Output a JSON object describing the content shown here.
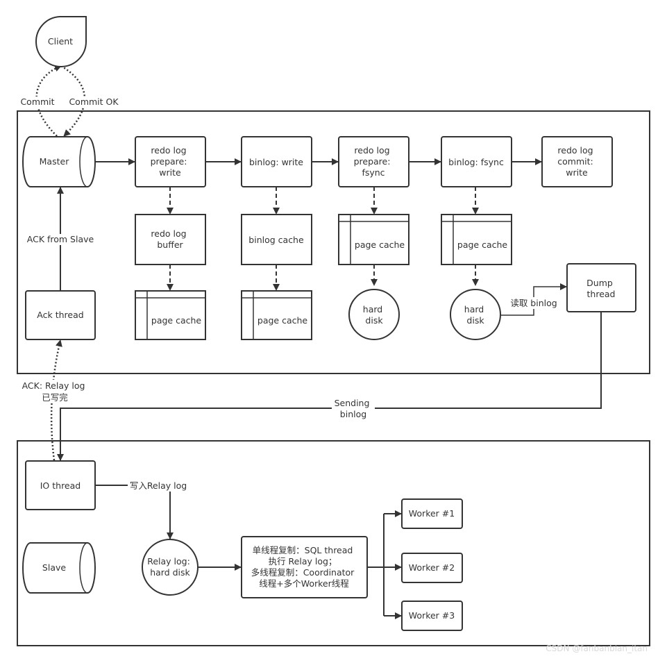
{
  "client": "Client",
  "master": "Master",
  "slave": "Slave",
  "labels": {
    "commit": "Commit",
    "commit_ok": "Commit OK",
    "ack_from_slave": "ACK from Slave",
    "ack_relay_1": "ACK: Relay log",
    "ack_relay_2": "已写完",
    "read_binlog": "读取 binlog",
    "sending_1": "Sending",
    "sending_2": "binlog",
    "write_relay": "写入Relay log"
  },
  "master_steps": {
    "redo_prepare_write": [
      "redo log",
      "prepare:",
      "write"
    ],
    "binlog_write": "binlog: write",
    "redo_prepare_fsync": [
      "redo log",
      "prepare:",
      "fsync"
    ],
    "binlog_fsync": "binlog: fsync",
    "redo_commit_write": [
      "redo log",
      "commit:",
      "write"
    ],
    "redo_log_buffer": [
      "redo log",
      "buffer"
    ],
    "binlog_cache": "binlog cache",
    "page_cache": "page cache",
    "hard_disk": [
      "hard",
      "disk"
    ],
    "dump_thread": [
      "Dump",
      "thread"
    ],
    "ack_thread": "Ack thread"
  },
  "slave_steps": {
    "io_thread": "IO thread",
    "relay_disk": [
      "Relay log:",
      "hard disk"
    ],
    "sql_thread": [
      "单线程复制：SQL thread",
      "执行 Relay log；",
      "多线程复制：Coordinator",
      "线程+多个Worker线程"
    ],
    "workers": [
      "Worker #1",
      "Worker #2",
      "Worker #3"
    ]
  },
  "watermark": "CSDN @fanbanbian_itan"
}
